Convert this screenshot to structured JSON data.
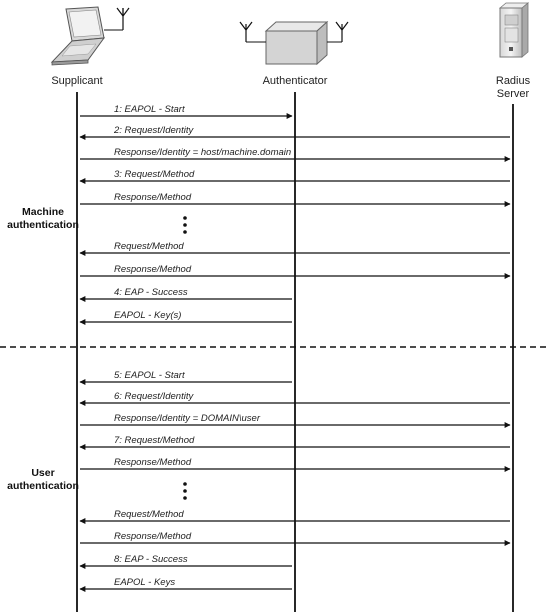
{
  "actors": {
    "supplicant": "Supplicant",
    "authenticator": "Authenticator",
    "radius_line1": "Radius",
    "radius_line2": "Server"
  },
  "sections": {
    "machine_line1": "Machine",
    "machine_line2": "authentication",
    "user_line1": "User",
    "user_line2": "authentication"
  },
  "messages": [
    {
      "label": "1: EAPOL - Start",
      "from": "supplicant",
      "to": "authenticator"
    },
    {
      "label": "2: Request/Identity",
      "from": "radius",
      "to": "supplicant"
    },
    {
      "label": "Response/Identity = host/machine.domain",
      "from": "supplicant",
      "to": "radius"
    },
    {
      "label": "3: Request/Method",
      "from": "radius",
      "to": "supplicant"
    },
    {
      "label": "Response/Method",
      "from": "supplicant",
      "to": "radius"
    },
    {
      "label": "Request/Method",
      "from": "radius",
      "to": "supplicant"
    },
    {
      "label": "Response/Method",
      "from": "supplicant",
      "to": "radius"
    },
    {
      "label": "4: EAP - Success",
      "from": "authenticator",
      "to": "supplicant"
    },
    {
      "label": "EAPOL - Key(s)",
      "from": "authenticator",
      "to": "supplicant"
    },
    {
      "label": "5: EAPOL - Start",
      "from": "authenticator",
      "to": "supplicant"
    },
    {
      "label": "6: Request/Identity",
      "from": "radius",
      "to": "supplicant"
    },
    {
      "label": "Response/Identity = DOMAIN\\user",
      "from": "supplicant",
      "to": "radius"
    },
    {
      "label": "7: Request/Method",
      "from": "radius",
      "to": "supplicant"
    },
    {
      "label": "Response/Method",
      "from": "supplicant",
      "to": "radius"
    },
    {
      "label": "Request/Method",
      "from": "radius",
      "to": "supplicant"
    },
    {
      "label": "Response/Method",
      "from": "supplicant",
      "to": "radius"
    },
    {
      "label": "8: EAP - Success",
      "from": "authenticator",
      "to": "supplicant"
    },
    {
      "label": "EAPOL - Keys",
      "from": "authenticator",
      "to": "supplicant"
    }
  ],
  "icons": {
    "supplicant": "laptop-icon",
    "authenticator": "access-point-icon",
    "radius": "server-tower-icon"
  }
}
